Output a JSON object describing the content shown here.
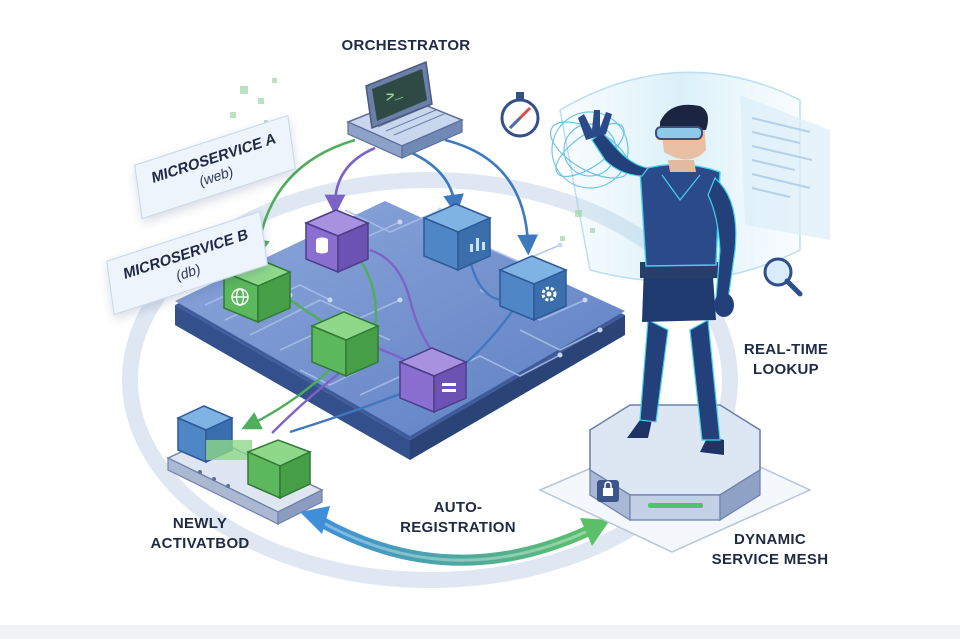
{
  "labels": {
    "orchestrator": "ORCHESTRATOR",
    "real_time_lookup": [
      "REAL-TIME",
      "LOOKUP"
    ],
    "newly_activated": [
      "NEWLY",
      "ACTIVATBOD"
    ],
    "auto_registration": [
      "AUTO-",
      "REGISTRATION"
    ],
    "service_mesh": [
      "DYNAMIC",
      "SERVICE MESH"
    ]
  },
  "cards": {
    "microservice_a": {
      "title": "MICROSERVICE A",
      "subtitle": "(web)"
    },
    "microservice_b": {
      "title": "MICROSERVICE B",
      "subtitle": "(db)"
    }
  },
  "terminal": {
    "prompt": ">_"
  },
  "colors": {
    "board": "#6f8fcf",
    "board_edge": "#3f5d9e",
    "green": "#5cb85c",
    "purple": "#8a6fd0",
    "blue": "#4f86c6",
    "accent_cyan": "#3fd3f0",
    "text": "#1f2a44"
  },
  "icons": [
    "terminal-icon",
    "database-icon",
    "chart-icon",
    "gear-icon",
    "globe-icon",
    "server-icon",
    "compass-icon",
    "search-icon",
    "lock-icon"
  ]
}
